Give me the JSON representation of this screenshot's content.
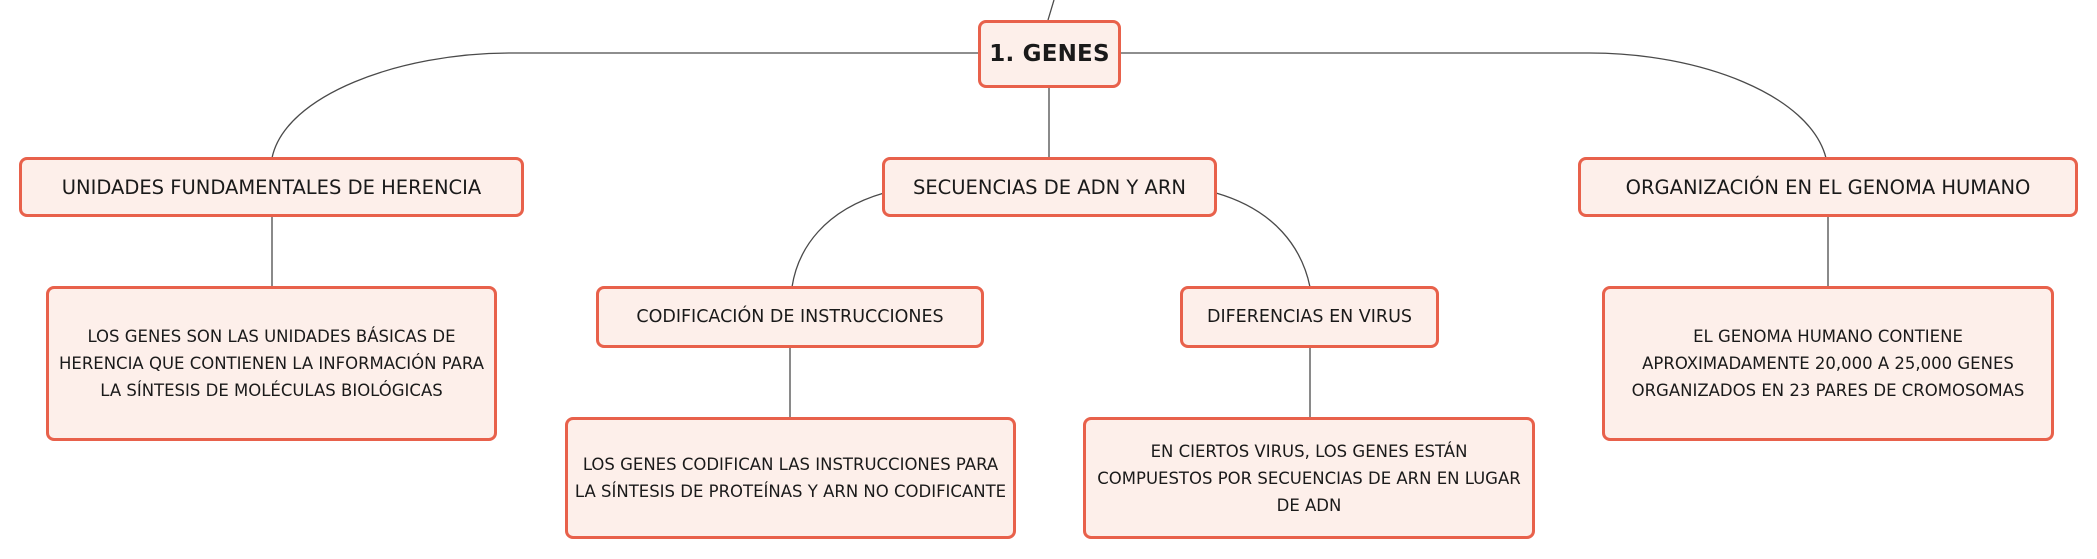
{
  "root": {
    "label": "1. GENES"
  },
  "branches": [
    {
      "label": "UNIDADES FUNDAMENTALES DE HERENCIA",
      "detail": "LOS GENES SON LAS UNIDADES BÁSICAS DE HERENCIA QUE CONTIENEN LA INFORMACIÓN PARA LA SÍNTESIS DE MOLÉCULAS BIOLÓGICAS"
    },
    {
      "label": "SECUENCIAS DE ADN Y ARN",
      "children": [
        {
          "label": "CODIFICACIÓN DE INSTRUCCIONES",
          "detail": "LOS GENES CODIFICAN LAS INSTRUCCIONES PARA LA SÍNTESIS DE PROTEÍNAS Y ARN NO CODIFICANTE"
        },
        {
          "label": "DIFERENCIAS EN VIRUS",
          "detail": "EN CIERTOS VIRUS, LOS GENES ESTÁN COMPUESTOS POR SECUENCIAS DE ARN EN LUGAR DE ADN"
        }
      ]
    },
    {
      "label": "ORGANIZACIÓN EN EL GENOMA HUMANO",
      "detail": "EL GENOMA HUMANO CONTIENE APROXIMADAMENTE 20,000 A 25,000 GENES ORGANIZADOS EN 23 PARES DE CROMOSOMAS"
    }
  ],
  "colors": {
    "node_fill": "#fdefea",
    "node_border": "#e8614b",
    "connector": "#4a4a4a"
  }
}
